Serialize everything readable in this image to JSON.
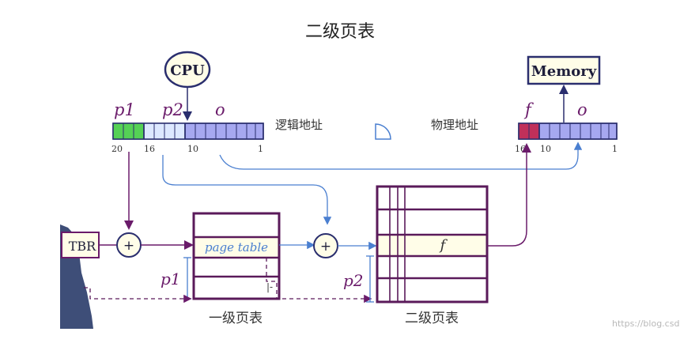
{
  "title": "二级页表",
  "cpu_label": "CPU",
  "memory_label": "Memory",
  "logical": {
    "label": "逻辑地址",
    "field_p1": "p1",
    "field_p2": "p2",
    "field_o": "o",
    "bit_20": "20",
    "bit_16": "16",
    "bit_10": "10",
    "bit_1": "1"
  },
  "physical": {
    "label": "物理地址",
    "field_f": "f",
    "field_o": "o",
    "bit_16": "16",
    "bit_10": "10",
    "bit_1": "1"
  },
  "ptbr_label": "TBR",
  "adder_symbol": "+",
  "level1": {
    "inner_label": "page table",
    "offset_label": "p1",
    "caption": "一级页表",
    "marker": "|-"
  },
  "level2": {
    "inner_label": "f",
    "offset_label": "p2",
    "caption": "二级页表"
  },
  "watermark": "https://blog.csd",
  "colors": {
    "navy": "#2a2e6e",
    "purple": "#6a1b6a",
    "blue_line": "#4a7fd0",
    "p1_green": "#55d155",
    "f_red": "#c0305a",
    "cell_blue": "#a6a8f0",
    "cell_light": "#dde8ff"
  }
}
